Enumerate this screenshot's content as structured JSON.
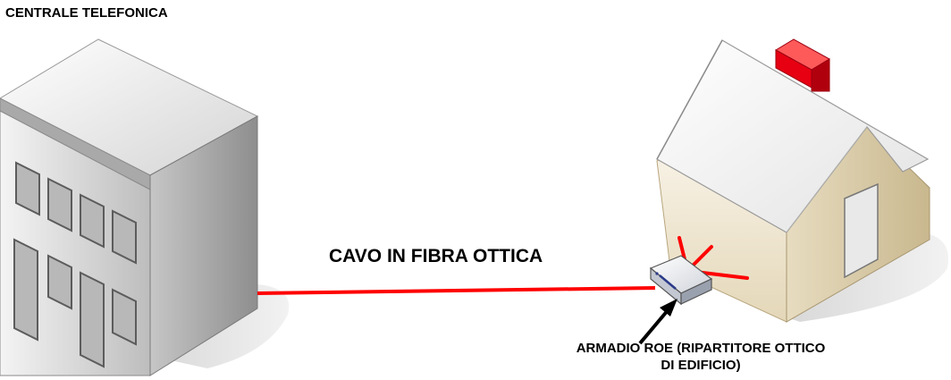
{
  "labels": {
    "central_office": "CENTRALE TELEFONICA",
    "fiber_cable": "CAVO IN FIBRA OTTICA",
    "roe_line1": "ARMADIO ROE (RIPARTITORE OTTICO",
    "roe_line2": "DI EDIFICIO)"
  },
  "colors": {
    "fiber": "#ff0000",
    "chimney": "#e60012",
    "shadow": "#dcdcdc",
    "building_front": "#d6d6d6",
    "building_side": "#a8a8a8",
    "house_wall": "#efe5cf",
    "house_side": "#d9ccaa"
  }
}
